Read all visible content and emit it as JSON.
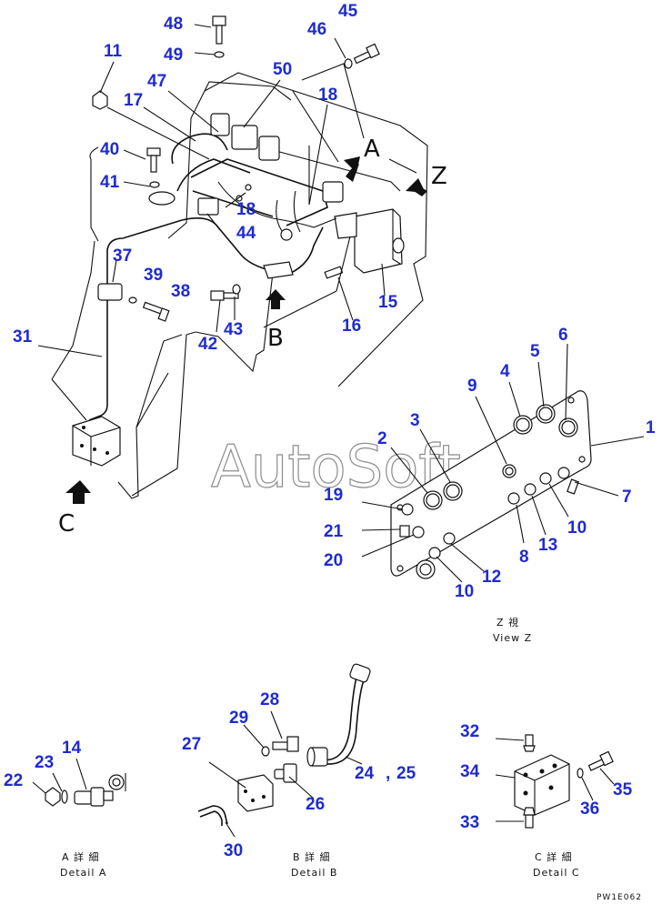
{
  "watermark": "AutoSoft",
  "view_letters": {
    "a": "A",
    "b": "B",
    "c": "C",
    "z": "Z"
  },
  "captions": {
    "view_z_jp": "Z 視",
    "view_z_en": "View Z",
    "detail_a_jp": "A 詳 細",
    "detail_a_en": "Detail A",
    "detail_b_jp": "B 詳 細",
    "detail_b_en": "Detail B",
    "detail_c_jp": "C 詳 細",
    "detail_c_en": "Detail C"
  },
  "drawing_code": "PW1E062",
  "callouts": [
    "48",
    "49",
    "46",
    "45",
    "11",
    "50",
    "47",
    "17",
    "18",
    "40",
    "41",
    "18",
    "44",
    "37",
    "39",
    "38",
    "31",
    "42",
    "43",
    "16",
    "15",
    "1",
    "2",
    "3",
    "4",
    "5",
    "6",
    "9",
    "7",
    "10",
    "19",
    "21",
    "20",
    "8",
    "13",
    "10",
    "12",
    "22",
    "23",
    "14",
    "29",
    "28",
    "27",
    "24",
    "25",
    "26",
    "30",
    "32",
    "34",
    "35",
    "36",
    "33"
  ],
  "separator": ","
}
